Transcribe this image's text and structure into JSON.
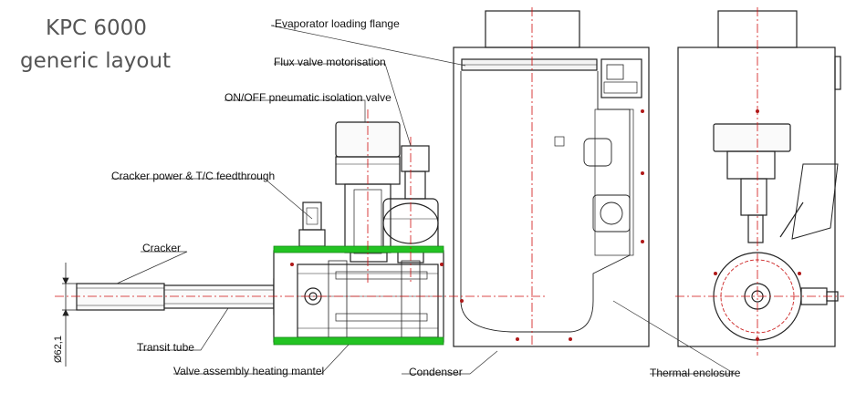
{
  "title": {
    "line1": "KPC 6000",
    "line2": "generic layout"
  },
  "labels": {
    "evaporator_loading_flange": "Evaporator loading flange",
    "flux_valve_motorisation": "Flux valve motorisation",
    "pneumatic_isolation_valve": "ON/OFF pneumatic isolation valve",
    "cracker_feedthrough": "Cracker power & T/C feedthrough",
    "cracker": "Cracker",
    "transit_tube": "Transit tube",
    "heating_mantel": "Valve assembly heating mantel",
    "condenser": "Condenser",
    "thermal_enclosure": "Thermal enclosure"
  },
  "dimension": {
    "diameter": "Ø62,1"
  },
  "colors": {
    "mantel": "#22c322",
    "centerline": "#d01010",
    "line": "#222222",
    "hatch": "#cc2222"
  }
}
